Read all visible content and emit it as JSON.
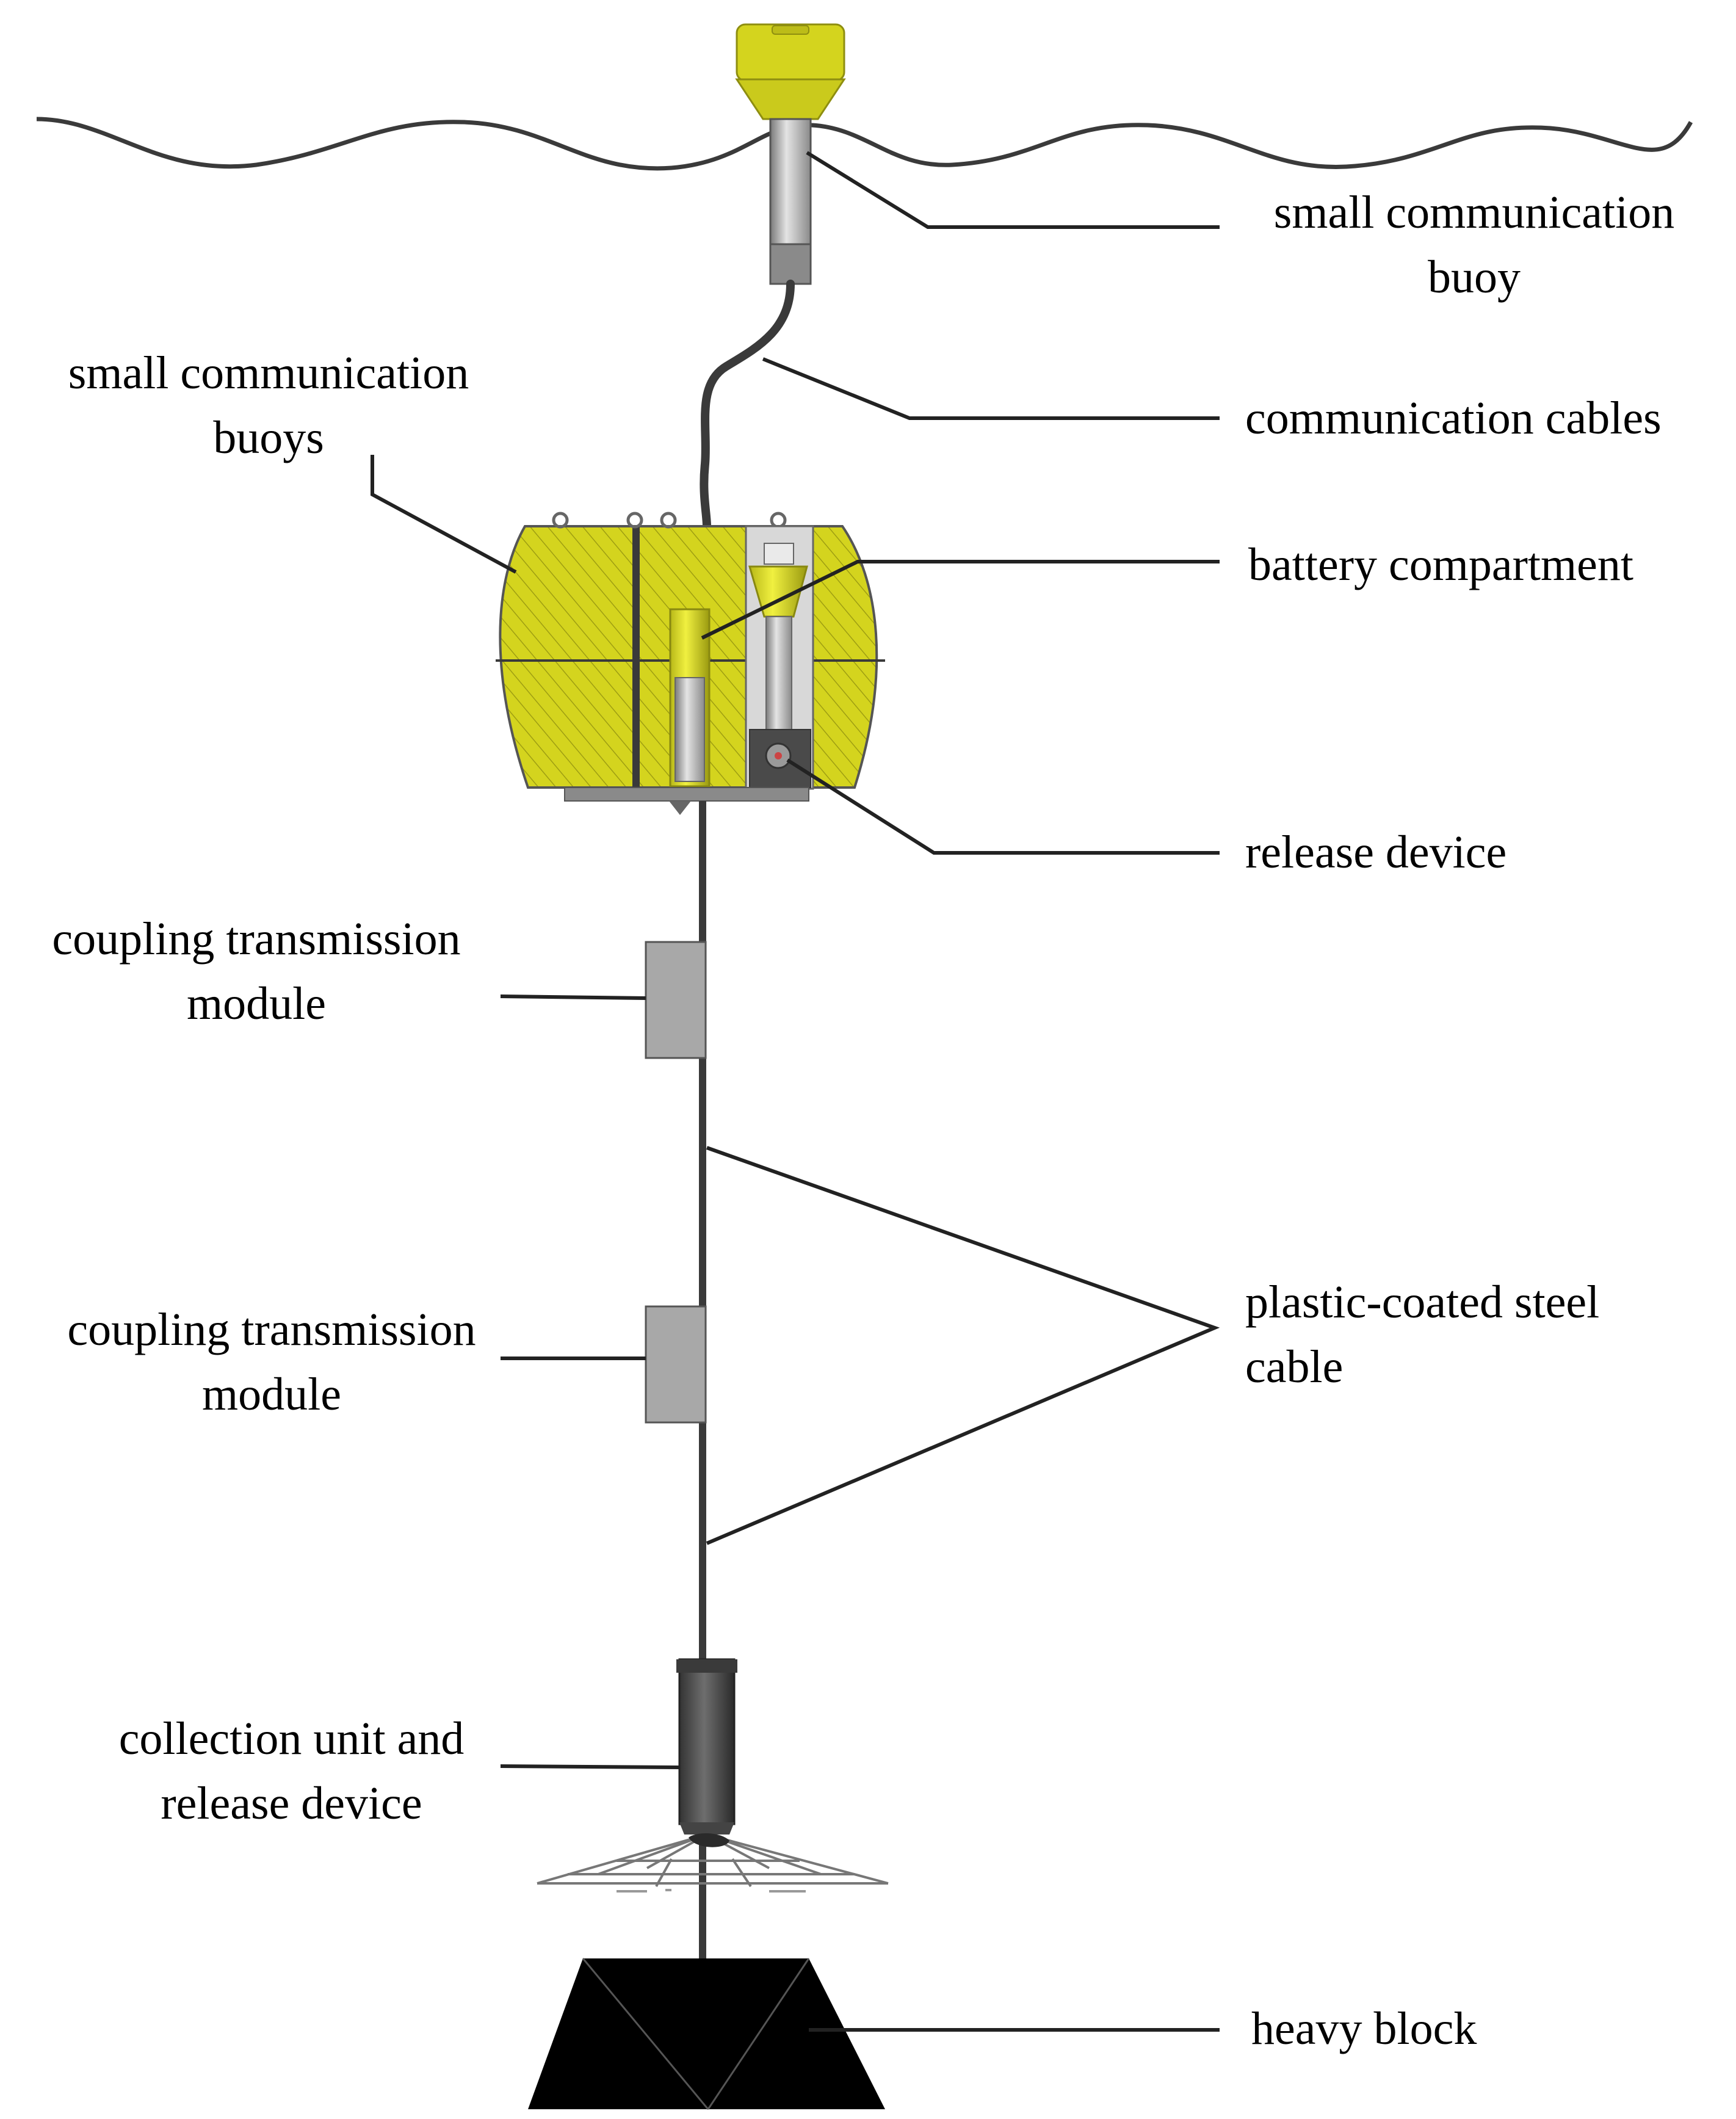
{
  "labels": {
    "comm_buoy_top": [
      "small communication",
      "buoy"
    ],
    "comm_cables": [
      "communication cables"
    ],
    "comm_buoys_main": [
      "small communication",
      "buoys"
    ],
    "battery": [
      "battery compartment"
    ],
    "release": [
      "release device"
    ],
    "coupling_1": [
      "coupling transmission",
      "module"
    ],
    "coupling_2": [
      "coupling transmission",
      "module"
    ],
    "steel_cable": [
      "plastic-coated steel",
      "cable"
    ],
    "collection": [
      "collection unit and",
      "release device"
    ],
    "heavy_block": [
      "heavy block"
    ]
  },
  "colors": {
    "buoy_yellow": "#d4d41e",
    "buoy_yellow_dark": "#a8a810",
    "cable": "#3a3a3a",
    "module_gray": "#a8a8a8",
    "block": "#000000",
    "line": "#222222"
  }
}
